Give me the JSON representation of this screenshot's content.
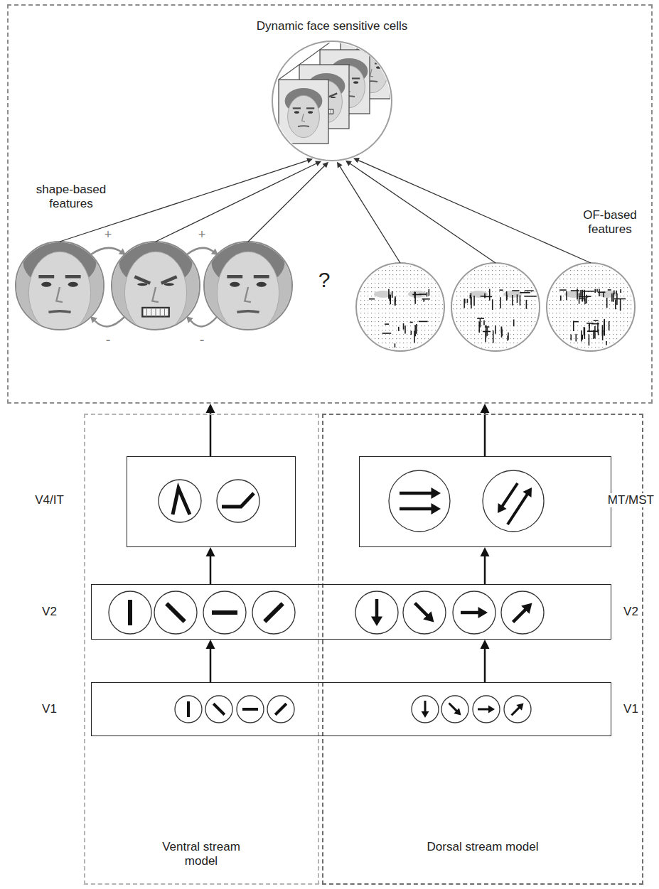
{
  "diagram": {
    "nodes": [
      {
        "text": [
          "Dynamic face sensitive cells"
        ]
      },
      {
        "text": [
          "Ventral stream model"
        ]
      },
      {
        "text": [
          "Dorsal stream model"
        ]
      },
      {
        "text": [
          "V4/IT"
        ],
        "in": 1
      },
      {
        "text": [
          "MT/MST"
        ],
        "in": 2
      },
      {
        "text": [
          "V2",
          "V2"
        ]
      },
      {
        "text": [
          "V1",
          "V1"
        ]
      }
    ],
    "edges": [
      {
        "from": 3,
        "to": 0,
        "arrow": "to"
      },
      {
        "from": 4,
        "to": 0,
        "arrow": "to"
      },
      {
        "from": 5,
        "to": 3,
        "arrow": "to"
      },
      {
        "from": 5,
        "to": 4,
        "arrow": "to"
      },
      {
        "from": 6,
        "to": 5,
        "arrow": "to"
      },
      {
        "from": 6,
        "to": 5,
        "arrow": "to"
      }
    ],
    "labels": [
      "shape-based features",
      "+",
      "+",
      "-",
      "-",
      "?",
      "OF-based features"
    ]
  }
}
